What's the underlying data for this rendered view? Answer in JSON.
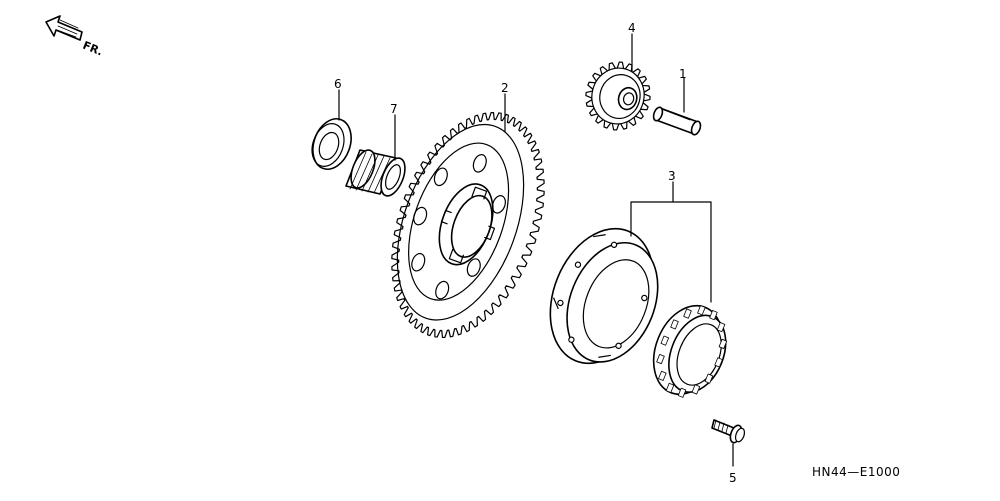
{
  "direction_label": "FR.",
  "diagram_code": "HN44—E1000",
  "callouts": [
    "1",
    "2",
    "3",
    "4",
    "5",
    "6",
    "7"
  ],
  "colors": {
    "ink": "#000000",
    "paper": "#ffffff"
  }
}
